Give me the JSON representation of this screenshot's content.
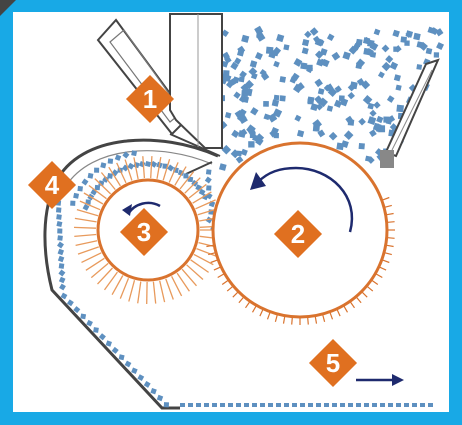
{
  "colors": {
    "frame": "#18a9e6",
    "orange": "#e07020",
    "drum_ring": "#d9732e",
    "bristle": "#e89a5c",
    "particle": "#5e90c0",
    "arrow": "#1e2a6e",
    "metal": "#555555",
    "bg": "#ffffff"
  },
  "markers": [
    {
      "id": "marker-1",
      "label": "1"
    },
    {
      "id": "marker-2",
      "label": "2"
    },
    {
      "id": "marker-3",
      "label": "3"
    },
    {
      "id": "marker-4",
      "label": "4"
    },
    {
      "id": "marker-5",
      "label": "5"
    }
  ]
}
